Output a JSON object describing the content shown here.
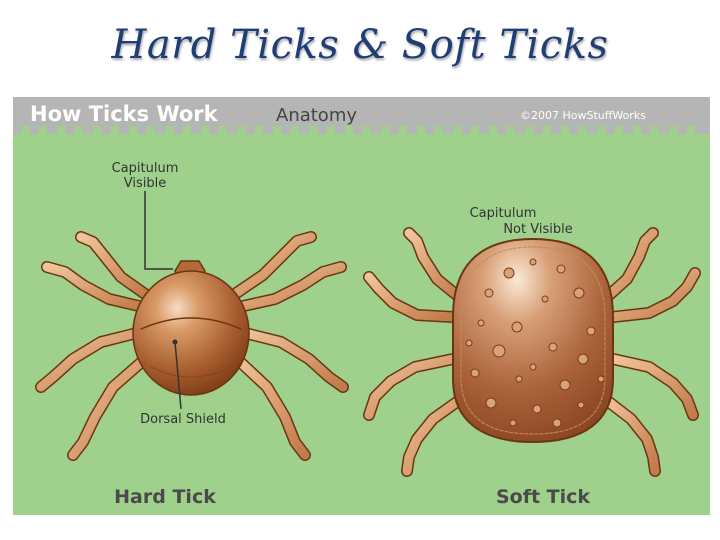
{
  "slide": {
    "title": "Hard Ticks & Soft Ticks"
  },
  "figure": {
    "banner_title": "How Ticks Work",
    "banner_subtitle": "Anatomy",
    "copyright": "©2007 HowStuffWorks",
    "hard_tick": {
      "label": "Hard Tick",
      "capitulum_line1": "Capitulum",
      "capitulum_line2": "Visible",
      "shield_label": "Dorsal Shield"
    },
    "soft_tick": {
      "label": "Soft Tick",
      "capitulum_line1": "Capitulum",
      "capitulum_line2": "Not Visible"
    },
    "colors": {
      "background": "#9fd08c",
      "banner": "#b5b5b5",
      "banner_text": "#5a5a5a",
      "tick_body": "#a2582c",
      "tick_leg": "#d89460",
      "outline": "#6a3514"
    }
  }
}
